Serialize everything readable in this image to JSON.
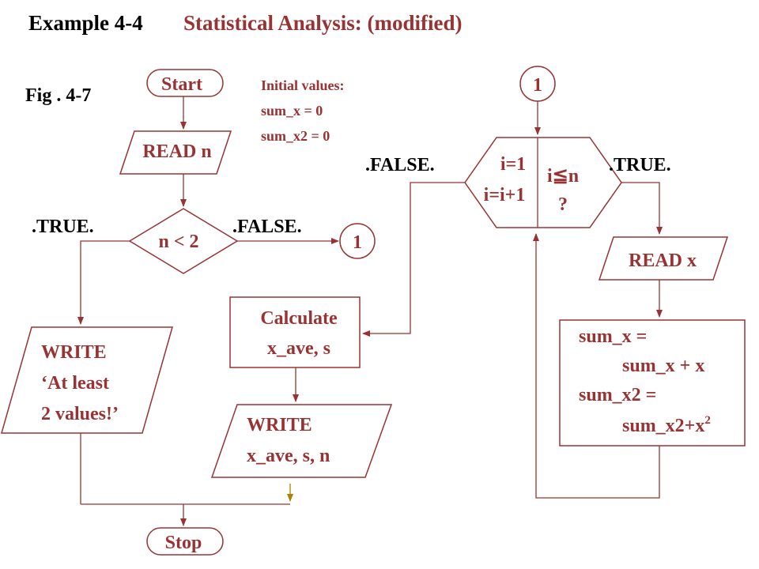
{
  "header": {
    "example": "Example 4-4",
    "title": "Statistical Analysis: (modified)",
    "fig": "Fig . 4-7"
  },
  "init": {
    "heading": "Initial values:",
    "line1": "sum_x = 0",
    "line2": "sum_x2 = 0"
  },
  "nodes": {
    "start": "Start",
    "read_n": "READ n",
    "cond": "n < 2",
    "true_left": ".TRUE.",
    "false_right": ".FALSE.",
    "connector": "1",
    "write_warn": [
      "WRITE",
      "‘At least",
      "2 values!’"
    ],
    "calc": [
      "Calculate",
      "x_ave, s"
    ],
    "write_out": [
      "WRITE",
      "x_ave, s, n"
    ],
    "stop": "Stop"
  },
  "loop": {
    "connector": "1",
    "false_label": ".FALSE.",
    "true_label": ".TRUE.",
    "init": "i=1",
    "incr": "i=i+1",
    "test": "i≦n",
    "q": "?",
    "read_x": "READ x",
    "sum": [
      "sum_x =",
      "sum_x + x",
      "sum_x2 =",
      "sum_x2+x",
      "2"
    ]
  },
  "colors": {
    "title": "#993333",
    "stroke": "#993333",
    "text": "#000000"
  }
}
